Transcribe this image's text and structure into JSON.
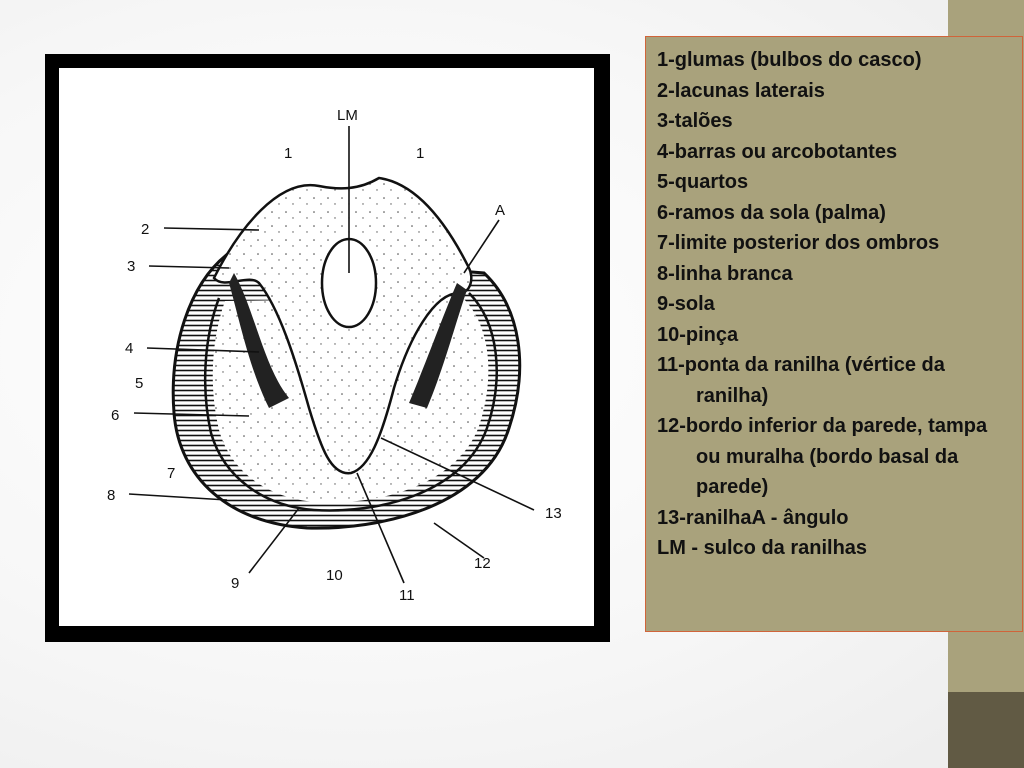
{
  "diagram": {
    "labels": {
      "lm": "LM",
      "a": "A",
      "n1": "1",
      "n2": "2",
      "n3": "3",
      "n4": "4",
      "n5": "5",
      "n6": "6",
      "n7": "7",
      "n8": "8",
      "n9": "9",
      "n10": "10",
      "n11": "11",
      "n12": "12",
      "n13": "13"
    }
  },
  "legend": {
    "items": [
      "1-glumas (bulbos do casco)",
      "2-lacunas laterais",
      "3-talões",
      "4-barras ou arcobotantes",
      "5-quartos",
      "6-ramos da sola (palma)",
      "7-limite posterior dos ombros",
      "8-linha branca",
      "9-sola",
      "10-pinça",
      "11-ponta da ranilha (vértice da ranilha)",
      "12-bordo inferior da parede, tampa ou muralha (bordo basal da parede)",
      "13-ranilhaA - ângulo",
      "LM - sulco da ranilhas"
    ]
  },
  "colors": {
    "strip_light": "#a9a27c",
    "strip_dark": "#615a44",
    "legend_border": "#d0643a"
  }
}
